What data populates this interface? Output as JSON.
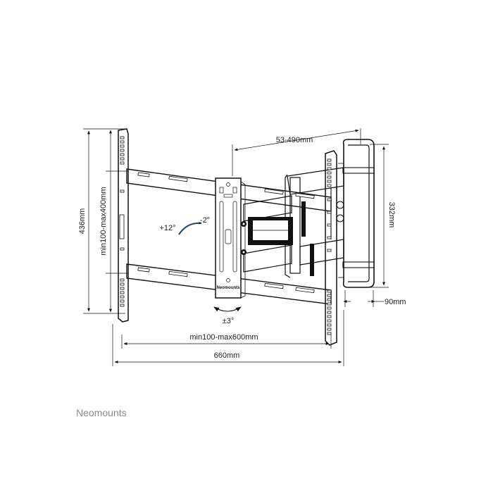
{
  "labels": {
    "height_total": "436mm",
    "vesa_vertical": "min100-max400mm",
    "reach": "53-490mm",
    "arm_height": "332mm",
    "tilt_up": "+12°",
    "tilt_down": "-2°",
    "rotate": "±3°",
    "vesa_horizontal": "min100-max600mm",
    "width_total": "660mm",
    "depth": "90mm",
    "plate_stamp": "Neomounts"
  },
  "brand": "Neomounts"
}
